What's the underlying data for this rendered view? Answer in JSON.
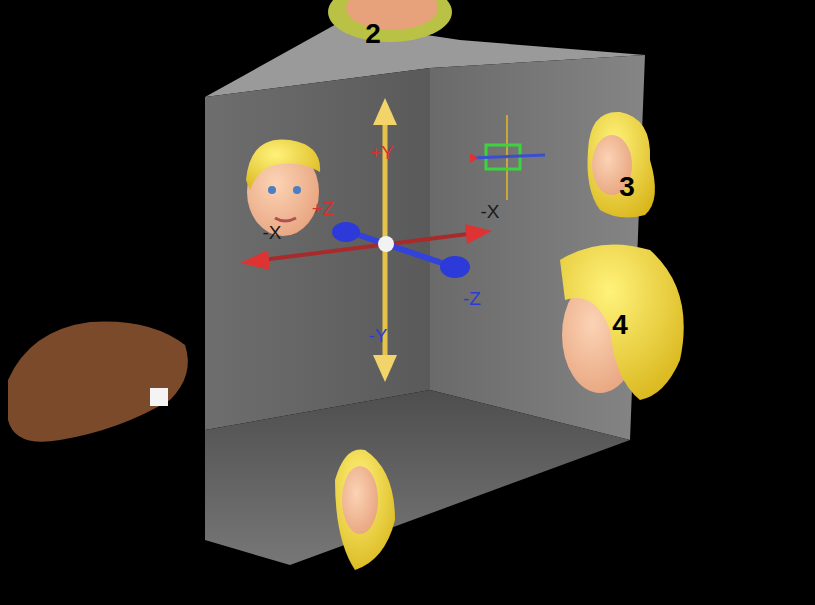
{
  "diagram": {
    "labels": [
      "2",
      "3",
      "4",
      "+Y",
      "+Z",
      "-X",
      "-X",
      "-Z",
      "-Y"
    ]
  }
}
